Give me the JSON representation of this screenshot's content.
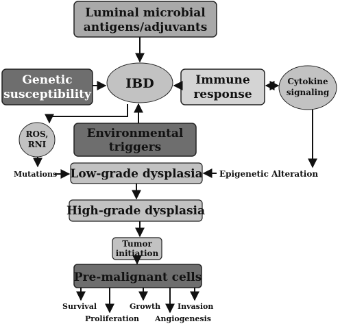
{
  "nodes": {
    "luminal": {
      "line1": "Luminal microbial",
      "line2": "antigens/adjuvants"
    },
    "ibd": {
      "label": "IBD"
    },
    "genetic": {
      "line1": "Genetic",
      "line2": "susceptibility"
    },
    "immune": {
      "line1": "Immune",
      "line2": "response"
    },
    "cytokine": {
      "line1": "Cytokine",
      "line2": "signaling"
    },
    "ros": {
      "line1": "ROS,",
      "line2": "RNI"
    },
    "environmental": {
      "line1": "Environmental",
      "line2": "triggers"
    },
    "low_grade": {
      "label": "Low-grade dysplasia"
    },
    "high_grade": {
      "label": "High-grade dysplasia"
    },
    "tumor": {
      "line1": "Tumor",
      "line2": "initiation"
    },
    "premalignant": {
      "label": "Pre-malignant cells"
    }
  },
  "labels": {
    "mutations": "Mutations",
    "epigenetic": "Epigenetic Alteration"
  },
  "outcomes": {
    "survival": "Survival",
    "proliferation": "Proliferation",
    "growth": "Growth",
    "angiogenesis": "Angiogenesis",
    "invasion": "Invasion"
  },
  "colors": {
    "dark_box": "#6e6e6e",
    "mid_box": "#a9a9a9",
    "light_box": "#d4d4d4",
    "ellipse": "#c2c2c2",
    "line": "#111111",
    "text_light": "#ffffff"
  }
}
